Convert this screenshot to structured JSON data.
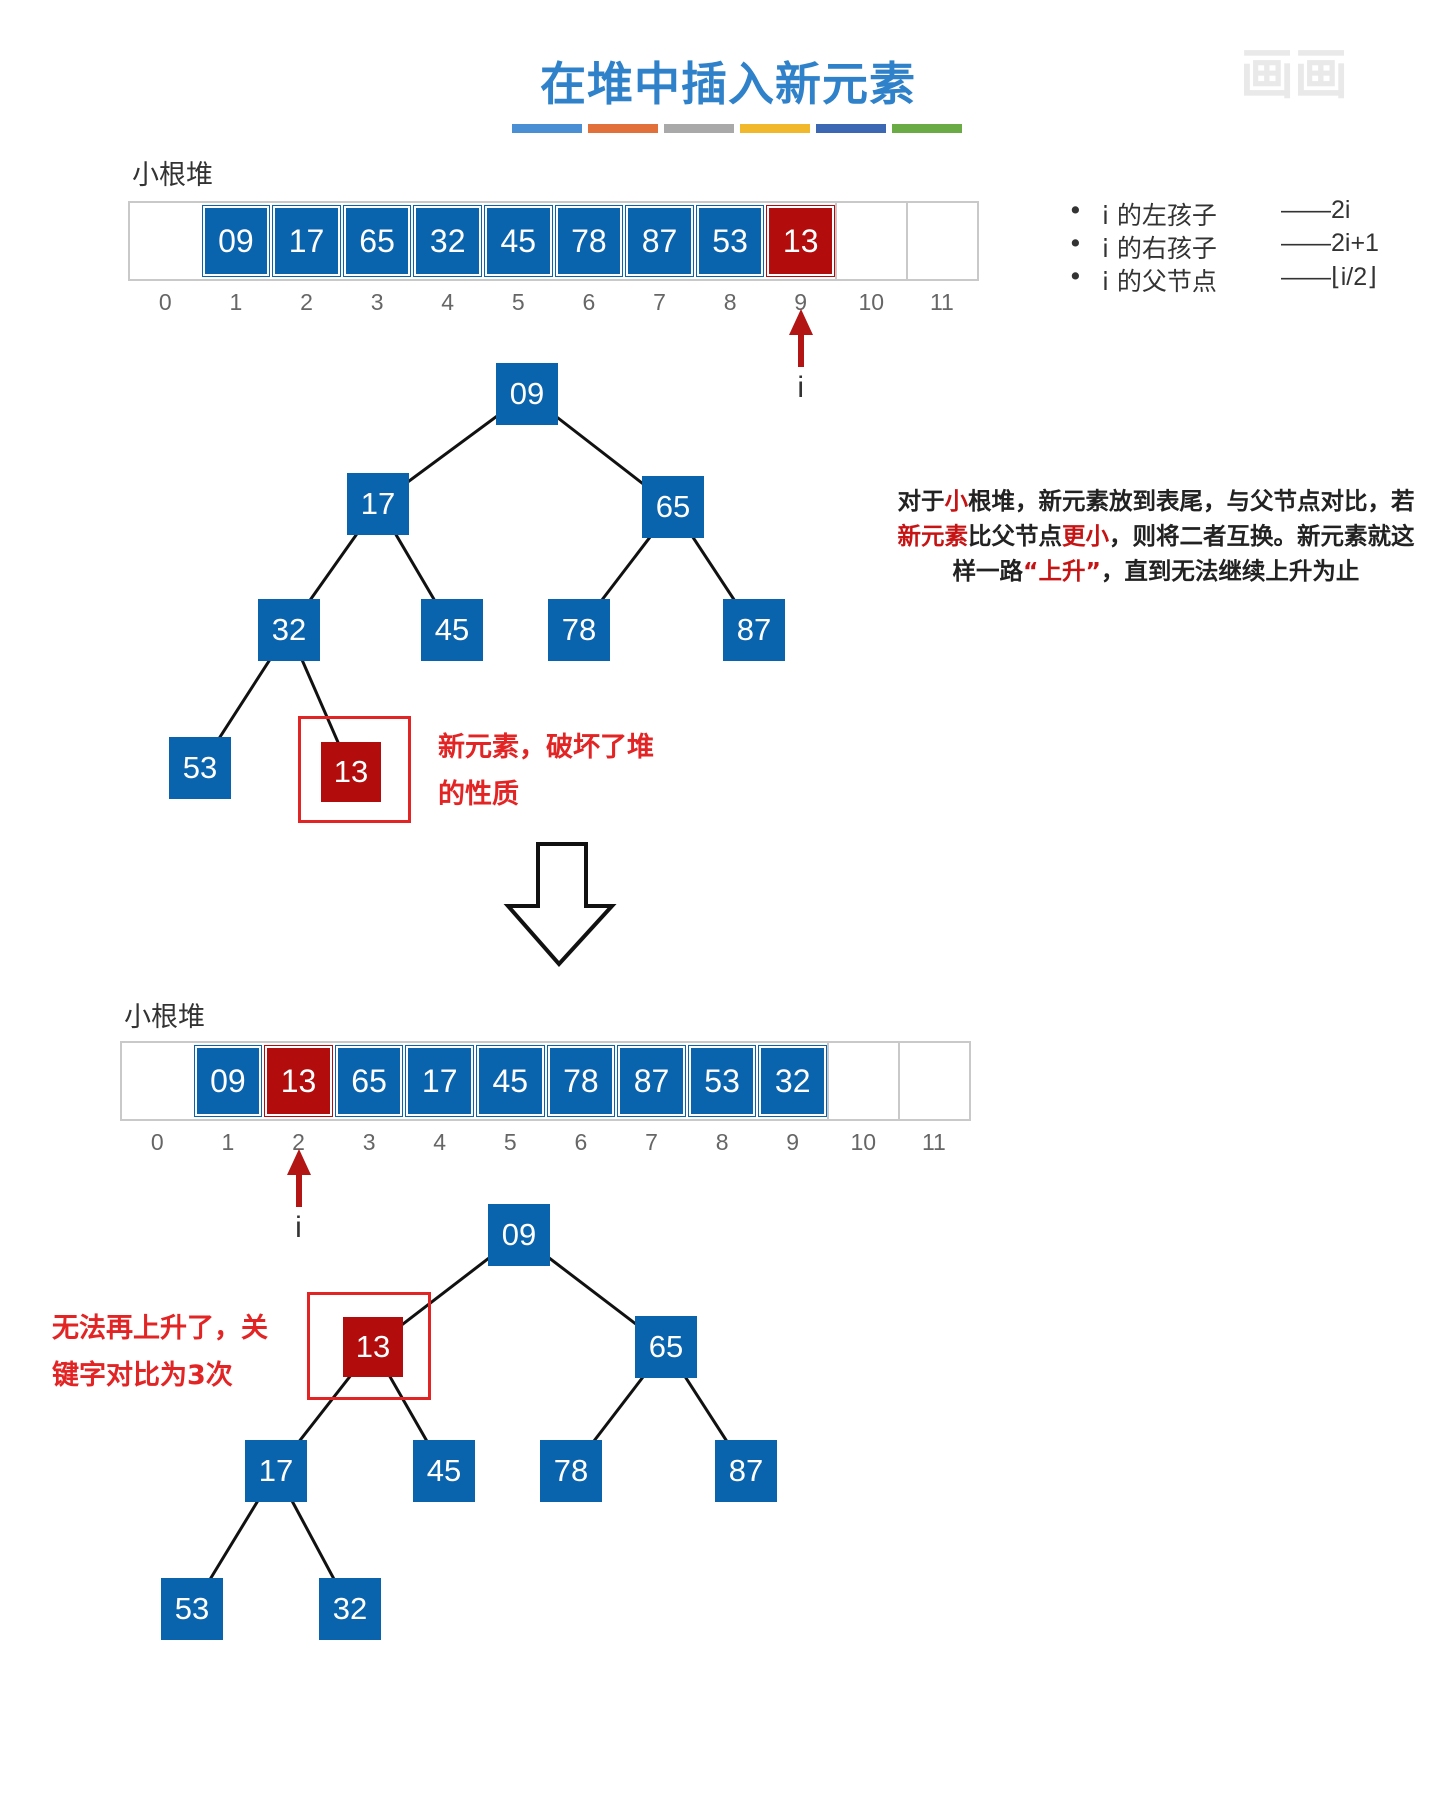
{
  "title": "在堆中插入新元素",
  "color_bar": [
    "#4a8fd3",
    "#e2703a",
    "#a9a9a9",
    "#f1b82c",
    "#3c68b3",
    "#6aab46"
  ],
  "colors": {
    "node_blue": "#0a64ad",
    "node_red": "#b20c0c",
    "note_red": "#e32424"
  },
  "formulas": [
    {
      "text": "i 的左孩子",
      "value": "——2i"
    },
    {
      "text": "i 的右孩子",
      "value": "——2i+1"
    },
    {
      "text": "i 的父节点",
      "value": "——⌊i/2⌋"
    }
  ],
  "explanation": {
    "parts": [
      {
        "text": "对于",
        "red": false
      },
      {
        "text": "小",
        "red": true
      },
      {
        "text": "根堆，新元素放到表尾，与父节点对比，若",
        "red": false
      },
      {
        "text": "新元素",
        "red": true
      },
      {
        "text": "比父节点",
        "red": false
      },
      {
        "text": "更小",
        "red": true
      },
      {
        "text": "，则将二者互换。新元素就这样一路",
        "red": false
      },
      {
        "text": "“上升”",
        "red": true
      },
      {
        "text": "，直到无法继续上升为止",
        "red": false
      }
    ]
  },
  "watermark": "画画",
  "arrow_icon": "down-arrow-icon",
  "before": {
    "label": "小根堆",
    "array": [
      "",
      "09",
      "17",
      "65",
      "32",
      "45",
      "78",
      "87",
      "53",
      "13",
      "",
      ""
    ],
    "indices": [
      "0",
      "1",
      "2",
      "3",
      "4",
      "5",
      "6",
      "7",
      "8",
      "9",
      "10",
      "11"
    ],
    "highlight_index": 9,
    "pointer_label": "i",
    "tree_nodes": [
      "09",
      "17",
      "65",
      "32",
      "45",
      "78",
      "87",
      "53",
      "13"
    ],
    "note": [
      "新元素，破坏了堆",
      "的性质"
    ]
  },
  "after": {
    "label": "小根堆",
    "array": [
      "",
      "09",
      "13",
      "65",
      "17",
      "45",
      "78",
      "87",
      "53",
      "32",
      "",
      ""
    ],
    "indices": [
      "0",
      "1",
      "2",
      "3",
      "4",
      "5",
      "6",
      "7",
      "8",
      "9",
      "10",
      "11"
    ],
    "highlight_index": 2,
    "pointer_label": "i",
    "tree_nodes": [
      "09",
      "13",
      "65",
      "17",
      "45",
      "78",
      "87",
      "53",
      "32"
    ],
    "note": [
      "无法再上升了，关",
      "键字对比为3次"
    ]
  }
}
